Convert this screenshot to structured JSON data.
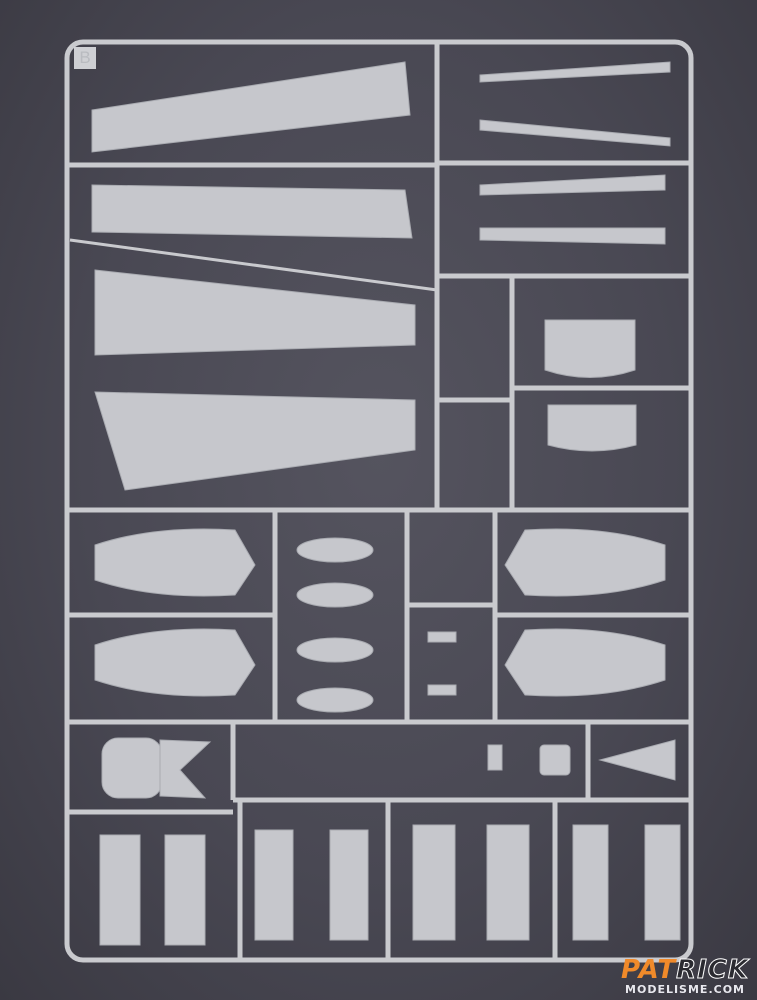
{
  "sprue": {
    "letter": "B"
  },
  "watermark": {
    "brand_left": "PAT",
    "brand_right": "RICK",
    "site": "MODELISME.COM"
  },
  "colors": {
    "background": "#4a4953",
    "plastic": "#c8c9cd",
    "accent": "#f08a2a"
  }
}
